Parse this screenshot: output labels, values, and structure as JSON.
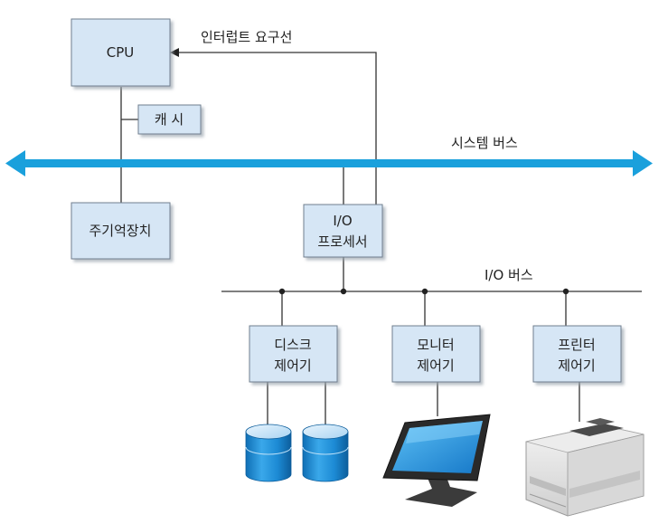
{
  "labels": {
    "cpu": "CPU",
    "cache": "캐 시",
    "memory": "주기억장치",
    "interrupt": "인터럽트 요구선",
    "system_bus": "시스템 버스",
    "io_proc_line1": "I/O",
    "io_proc_line2": "프로세서",
    "io_bus": "I/O 버스",
    "disk_ctrl_line1": "디스크",
    "disk_ctrl_line2": "제어기",
    "monitor_ctrl_line1": "모니터",
    "monitor_ctrl_line2": "제어기",
    "printer_ctrl_line1": "프린터",
    "printer_ctrl_line2": "제어기"
  },
  "colors": {
    "box_fill": "#d6e6f5",
    "box_stroke": "#6f7f8f",
    "bus": "#1aa0dc",
    "line": "#333333",
    "disk": "#1e90d8",
    "screen": "#2196e0"
  },
  "icons": [
    "disk-icon",
    "monitor-icon",
    "printer-icon"
  ]
}
